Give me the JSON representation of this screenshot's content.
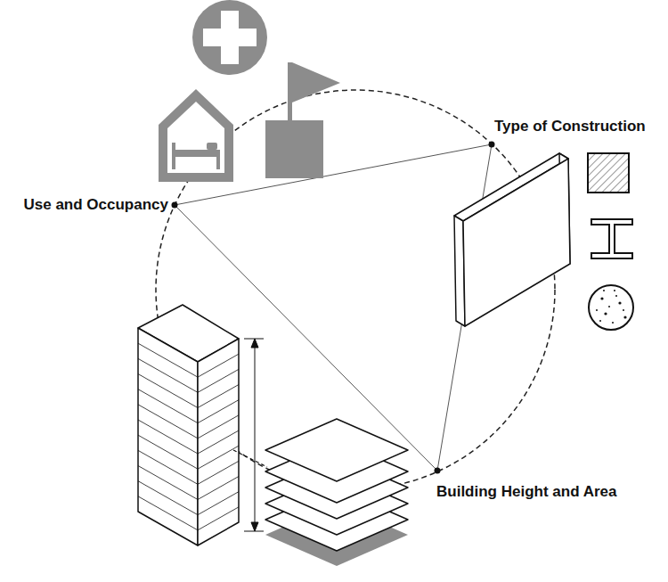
{
  "diagram": {
    "labels": [
      "Use and Occupancy",
      "Type of Construction",
      "Building Height and Area"
    ]
  }
}
